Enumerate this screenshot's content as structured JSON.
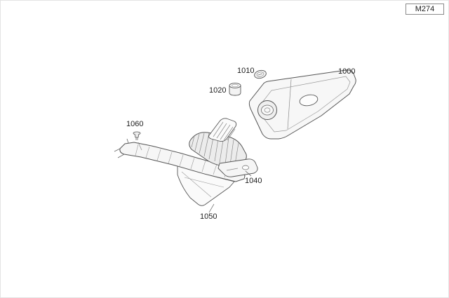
{
  "page": {
    "engine_code_badge": "M274"
  },
  "parts": [
    {
      "number": "1000"
    },
    {
      "number": "1010"
    },
    {
      "number": "1020"
    },
    {
      "number": "1040"
    },
    {
      "number": "1050"
    },
    {
      "number": "1060"
    }
  ],
  "colors": {
    "background": "#ffffff",
    "line": "#555555",
    "light_fill": "#f6f6f6",
    "hatch": "#8a8a8a",
    "label_text": "#1c1c1c",
    "badge_border": "#8a8a8a"
  }
}
